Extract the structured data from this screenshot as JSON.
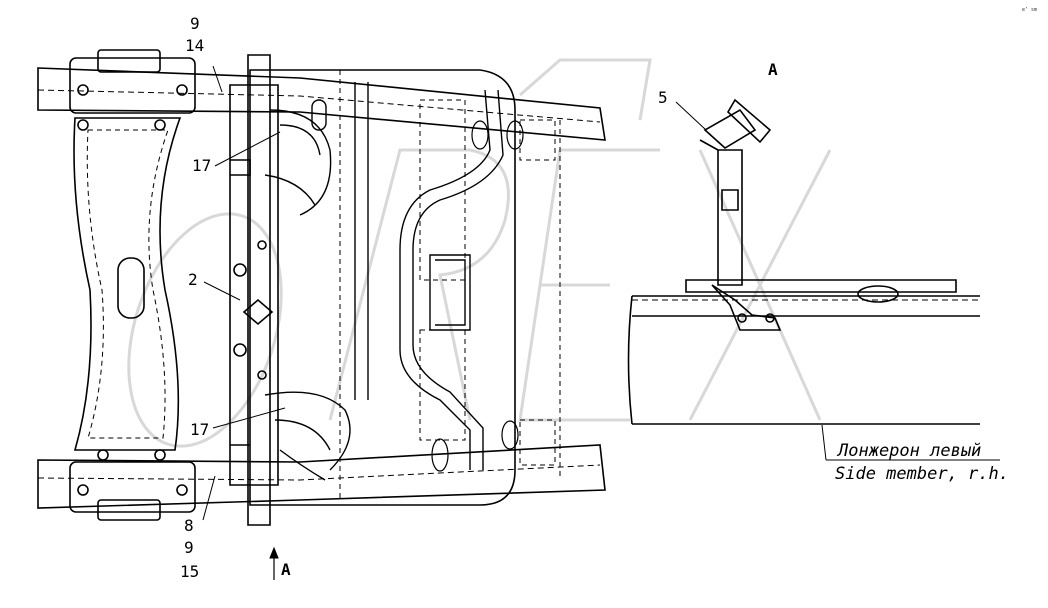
{
  "callouts": {
    "c9_top": "9",
    "c14": "14",
    "c17_upper": "17",
    "c2": "2",
    "c17_lower": "17",
    "c8": "8",
    "c9_bottom": "9",
    "c15": "15",
    "c5": "5"
  },
  "view_marks": {
    "arrow_label": "A",
    "detail_title": "A"
  },
  "detail_caption": {
    "line_ru": "Лонжерон левый",
    "line_en": "Side member, r.h."
  },
  "corner_code": "e’ sm",
  "watermark": "OREX"
}
